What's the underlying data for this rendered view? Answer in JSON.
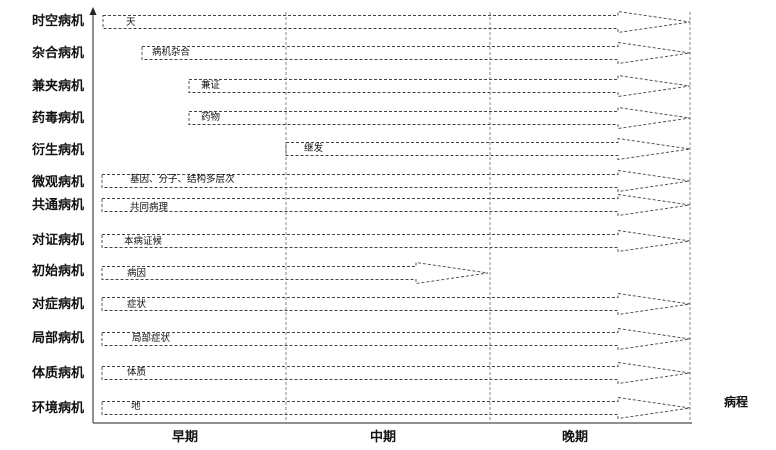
{
  "rows": [
    {
      "label": "时空病机",
      "arrow_text": "天"
    },
    {
      "label": "杂合病机",
      "arrow_text": "病机杂合"
    },
    {
      "label": "兼夹病机",
      "arrow_text": "兼证"
    },
    {
      "label": "药毒病机",
      "arrow_text": "药物"
    },
    {
      "label": "衍生病机",
      "arrow_text": "继发"
    },
    {
      "label": "微观病机",
      "arrow_text": "基因、分子、结构多层次"
    },
    {
      "label": "共通病机",
      "arrow_text": "共同病理"
    },
    {
      "label": "对证病机",
      "arrow_text": "本病证候"
    },
    {
      "label": "初始病机",
      "arrow_text": "病因"
    },
    {
      "label": "对症病机",
      "arrow_text": "症状"
    },
    {
      "label": "局部病机",
      "arrow_text": "局部症状"
    },
    {
      "label": "体质病机",
      "arrow_text": "体质"
    },
    {
      "label": "环境病机",
      "arrow_text": "地"
    }
  ],
  "stages": [
    "早期",
    "中期",
    "晚期"
  ],
  "axis_title": "病程"
}
